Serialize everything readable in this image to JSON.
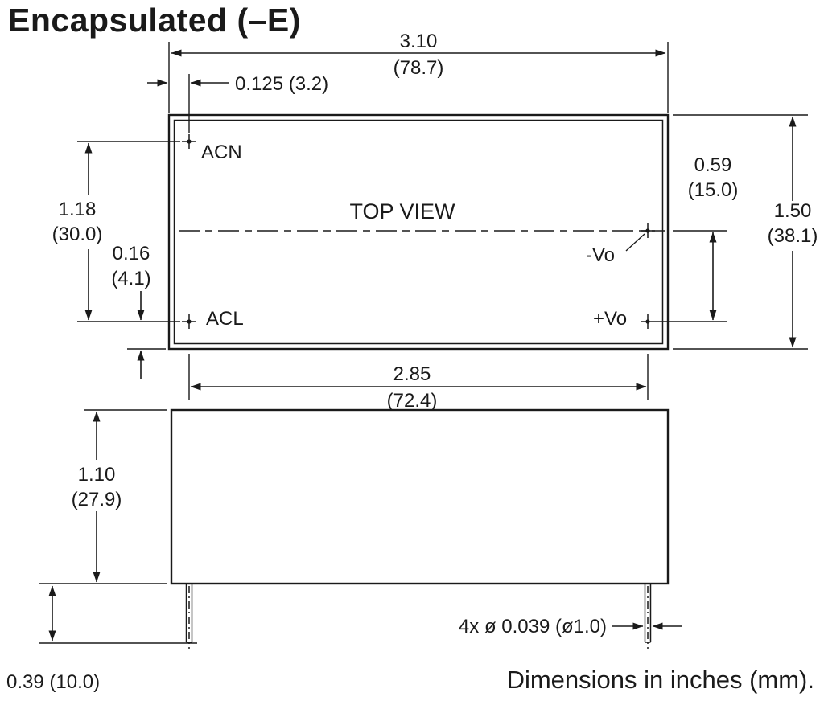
{
  "title": "Encapsulated (–E)",
  "footer_note": "Dimensions in inches (mm).",
  "top_view": {
    "label": "TOP VIEW",
    "pin_acn": "ACN",
    "pin_acl": "ACL",
    "pin_neg_vo": "-Vo",
    "pin_pos_vo": "+Vo"
  },
  "dimensions": {
    "body_width_in": "3.10",
    "body_width_mm": "(78.7)",
    "pin_inset": "0.125 (3.2)",
    "pin_row_span_in": "1.18",
    "pin_row_span_mm": "(30.0)",
    "acl_to_edge_in": "0.16",
    "acl_to_edge_mm": "(4.1)",
    "vo_span_in": "0.59",
    "vo_span_mm": "(15.0)",
    "body_depth_in": "1.50",
    "body_depth_mm": "(38.1)",
    "pin_col_span_in": "2.85",
    "pin_col_span_mm": "(72.4)",
    "body_height_in": "1.10",
    "body_height_mm": "(27.9)",
    "pin_length": "0.39 (10.0)",
    "pin_diameter_note": "4x ø 0.039 (ø1.0)"
  },
  "colors": {
    "ink": "#1a1a1a",
    "background": "#ffffff"
  }
}
